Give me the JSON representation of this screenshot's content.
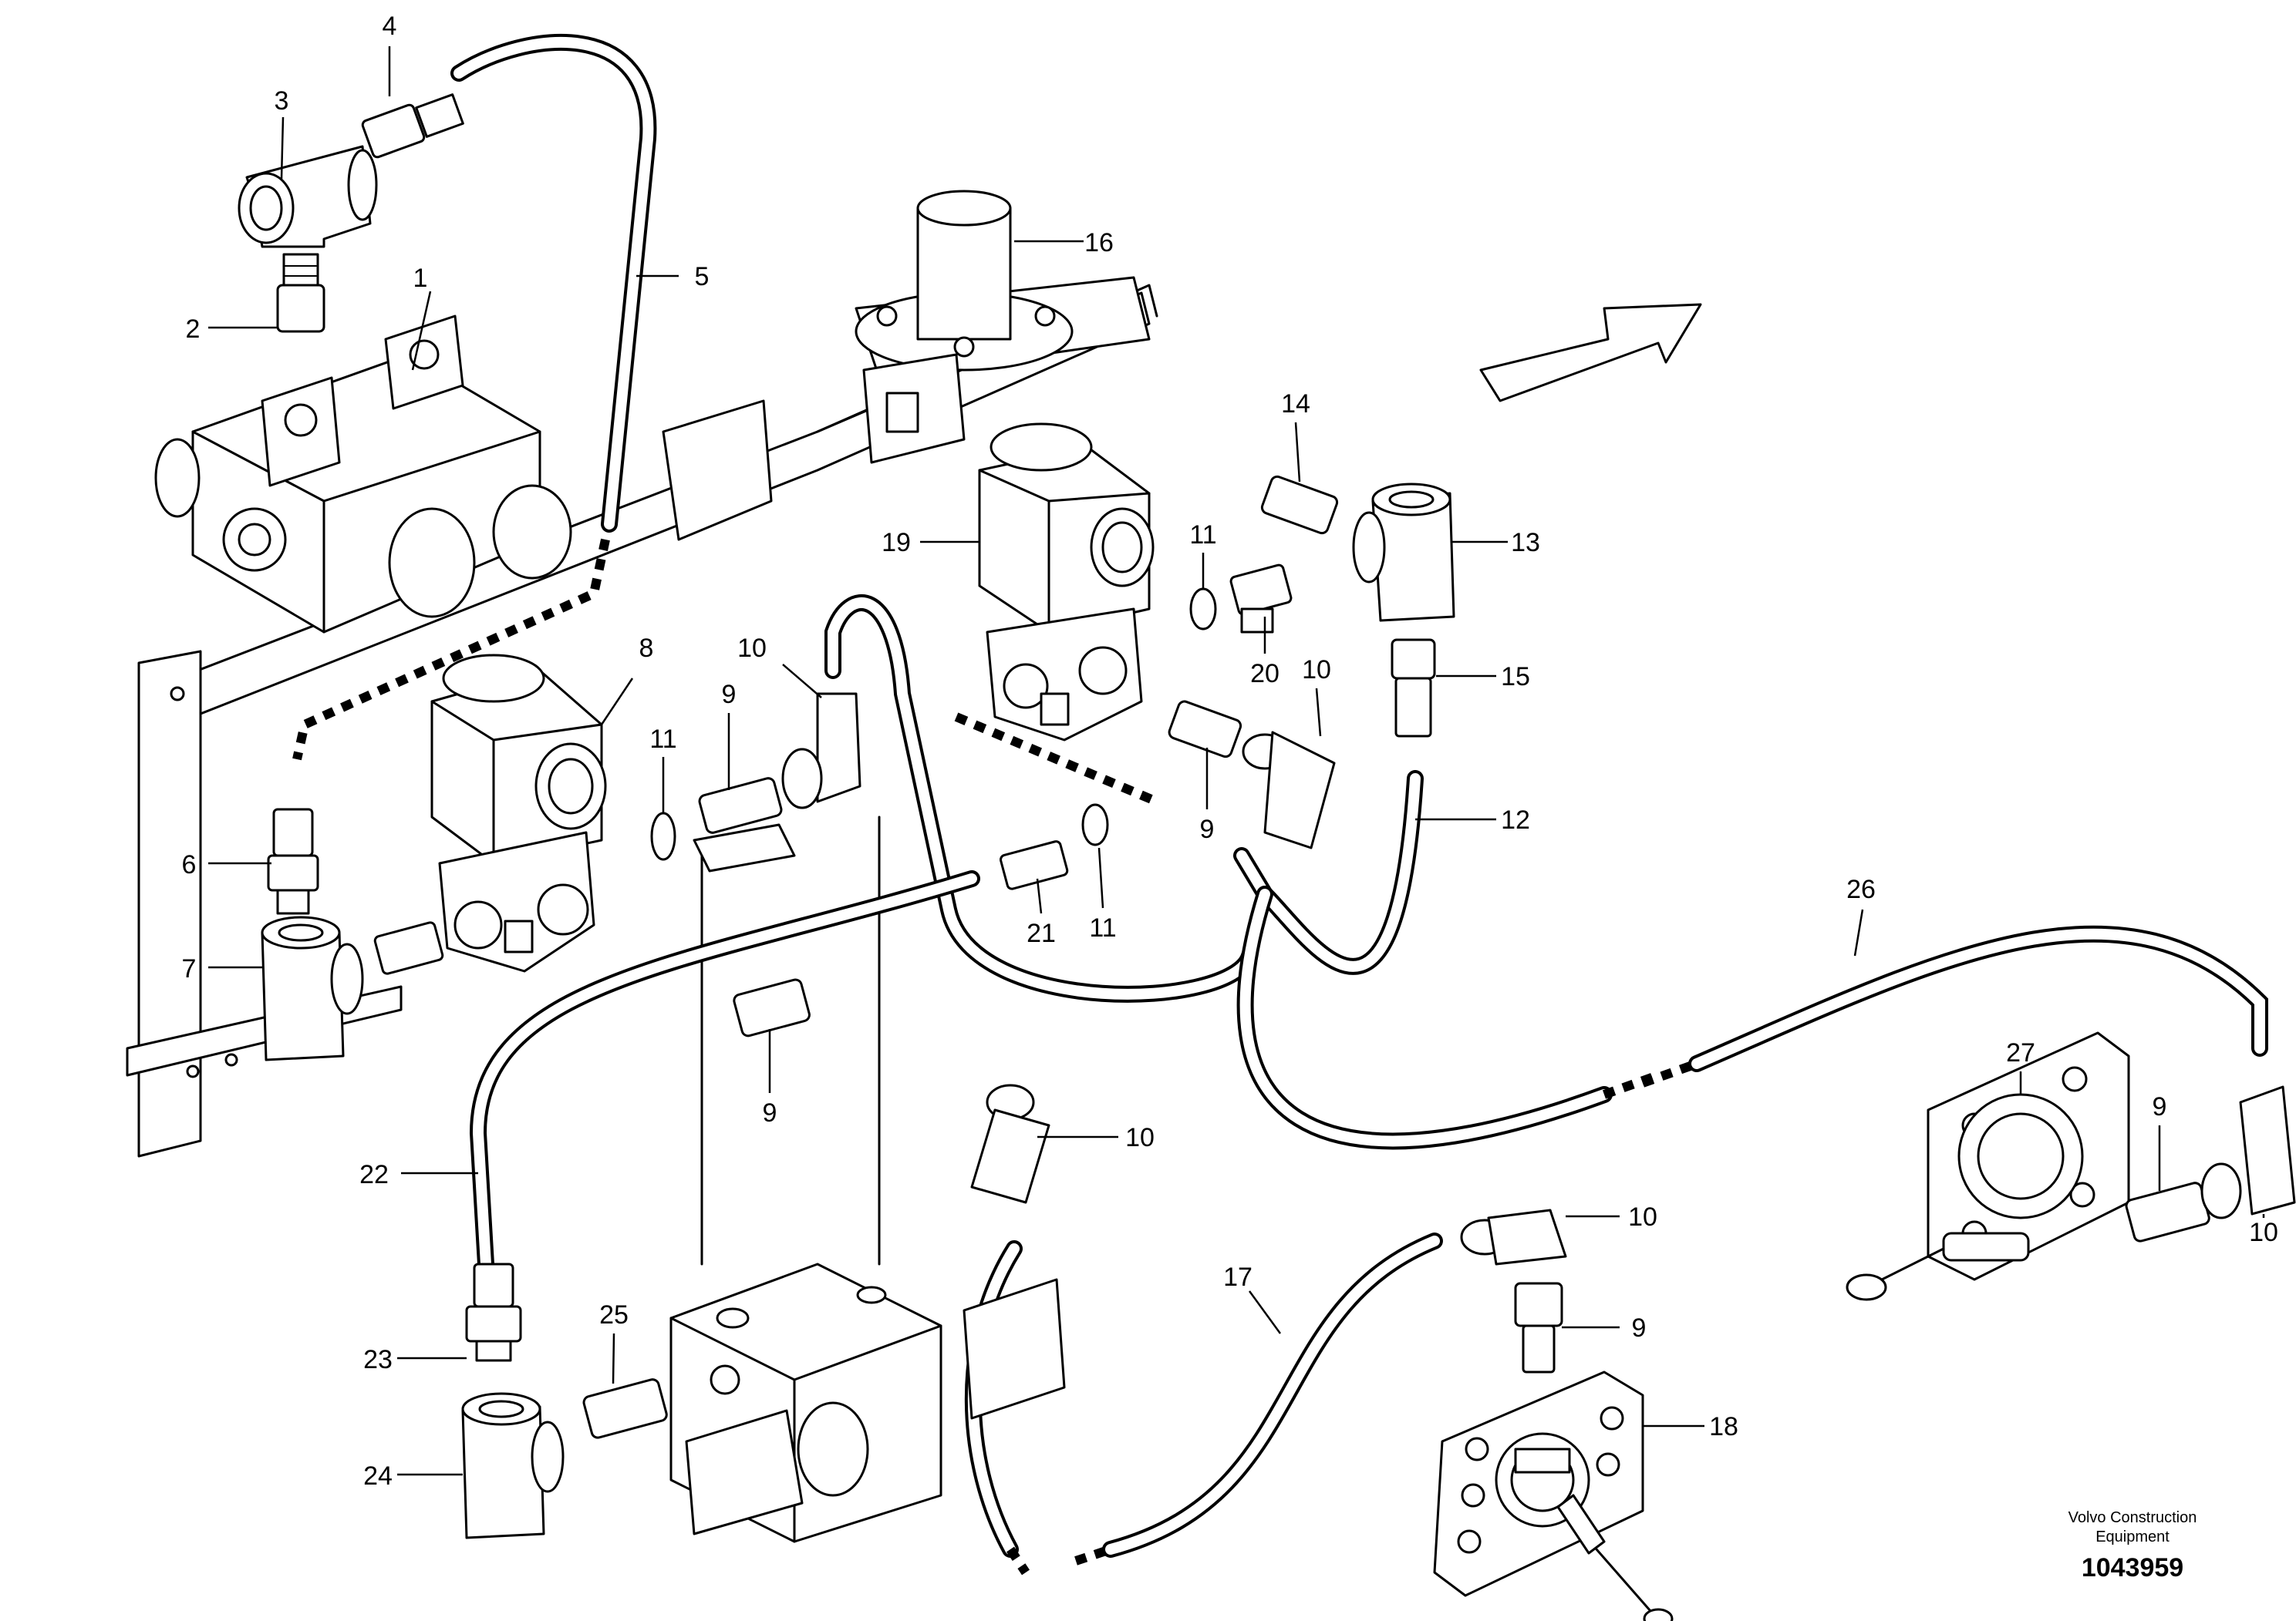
{
  "diagram": {
    "arrow_icon": "direction-arrow-icon",
    "callouts": [
      {
        "id": "c1",
        "label": "1"
      },
      {
        "id": "c2",
        "label": "2"
      },
      {
        "id": "c3",
        "label": "3"
      },
      {
        "id": "c4",
        "label": "4"
      },
      {
        "id": "c5",
        "label": "5"
      },
      {
        "id": "c6",
        "label": "6"
      },
      {
        "id": "c7",
        "label": "7"
      },
      {
        "id": "c8",
        "label": "8"
      },
      {
        "id": "c9a",
        "label": "9"
      },
      {
        "id": "c10a",
        "label": "10"
      },
      {
        "id": "c11a",
        "label": "11"
      },
      {
        "id": "c11b",
        "label": "11"
      },
      {
        "id": "c21",
        "label": "21"
      },
      {
        "id": "c9b",
        "label": "9"
      },
      {
        "id": "c10b",
        "label": "10"
      },
      {
        "id": "c20",
        "label": "20"
      },
      {
        "id": "c11c",
        "label": "11"
      },
      {
        "id": "c19",
        "label": "19"
      },
      {
        "id": "c16",
        "label": "16"
      },
      {
        "id": "c14",
        "label": "14"
      },
      {
        "id": "c13",
        "label": "13"
      },
      {
        "id": "c15",
        "label": "15"
      },
      {
        "id": "c12",
        "label": "12"
      },
      {
        "id": "c26",
        "label": "26"
      },
      {
        "id": "c22",
        "label": "22"
      },
      {
        "id": "c9c",
        "label": "9"
      },
      {
        "id": "c10c",
        "label": "10"
      },
      {
        "id": "c23",
        "label": "23"
      },
      {
        "id": "c25",
        "label": "25"
      },
      {
        "id": "c24",
        "label": "24"
      },
      {
        "id": "c17",
        "label": "17"
      },
      {
        "id": "c10d",
        "label": "10"
      },
      {
        "id": "c9d",
        "label": "9"
      },
      {
        "id": "c18",
        "label": "18"
      },
      {
        "id": "c27",
        "label": "27"
      },
      {
        "id": "c9e",
        "label": "9"
      },
      {
        "id": "c10e",
        "label": "10"
      }
    ]
  },
  "credit": {
    "line1": "Volvo Construction",
    "line2": "Equipment",
    "drawing_number": "1043959"
  }
}
